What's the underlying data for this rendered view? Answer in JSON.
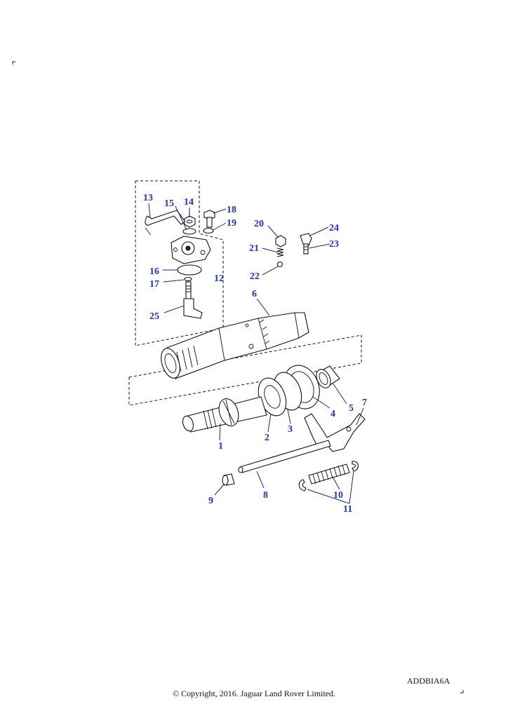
{
  "diagram": {
    "labels": {
      "p1": "1",
      "p2": "2",
      "p3": "3",
      "p4": "4",
      "p5": "5",
      "p6": "6",
      "p7": "7",
      "p8": "8",
      "p9": "9",
      "p10": "10",
      "p11": "11",
      "p12": "12",
      "p13": "13",
      "p14": "14",
      "p15": "15",
      "p16": "16",
      "p17": "17",
      "p18": "18",
      "p19": "19",
      "p20": "20",
      "p21": "21",
      "p22": "22",
      "p23": "23",
      "p24": "24",
      "p25": "25"
    },
    "drawing_code": "ADDBIA6A",
    "copyright": "© Copyright, 2016. Jaguar Land Rover Limited."
  }
}
